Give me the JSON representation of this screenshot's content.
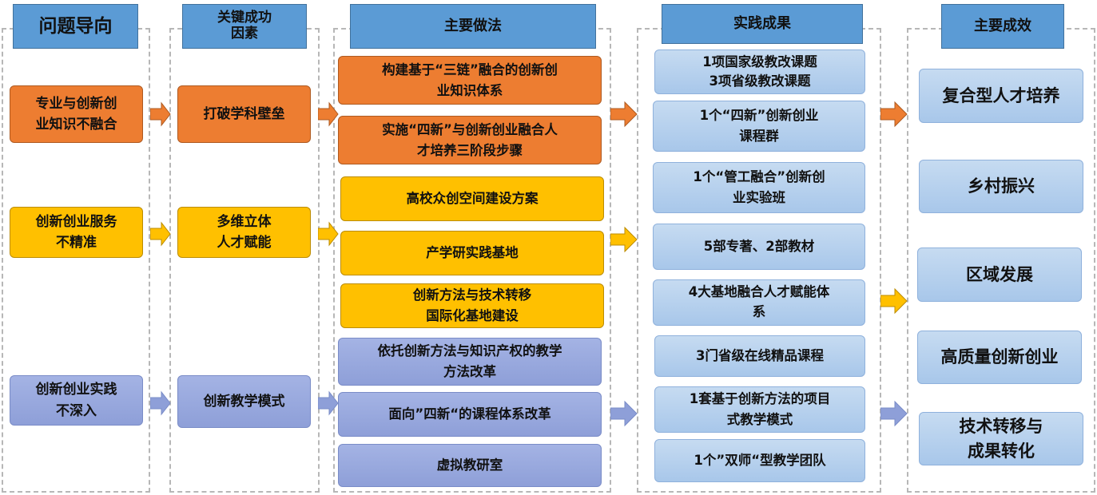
{
  "headers": {
    "problem": "问题导向",
    "factors": "关键成功\n因素",
    "practices": "主要做法",
    "results": "实践成果",
    "effects": "主要成效"
  },
  "problems": [
    "专业与创新创\n业知识不融合",
    "创新创业服务\n不精准",
    "创新创业实践\n不深入"
  ],
  "factors": [
    "打破学科壁垒",
    "多维立体\n人才赋能",
    "创新教学模式"
  ],
  "practices": [
    "构建基于“三链”融合的创新创\n业知识体系",
    "实施“四新”与创新创业融合人\n才培养三阶段步骤",
    "高校众创空间建设方案",
    "产学研实践基地",
    "创新方法与技术转移\n国际化基地建设",
    "依托创新方法与知识产权的教学\n方法改革",
    "面向”四新“的课程体系改革",
    "虚拟教研室"
  ],
  "results": [
    "1项国家级教改课题\n3项省级教改课题",
    "1个“四新”创新创业\n课程群",
    "1个“管工融合”创新创\n业实验班",
    "5部专著、2部教材",
    "4大基地融合人才赋能体\n系",
    "3门省级在线精品课程",
    "1套基于创新方法的项目\n式教学模式",
    "1个”双师“型教学团队"
  ],
  "effects": [
    "复合型人才培养",
    "乡村振兴",
    "区域发展",
    "高质量创新创业",
    "技术转移与\n成果转化"
  ],
  "colors": {
    "orange": "#ed7d31",
    "yellow": "#ffc000",
    "purple": "#8e9fd8",
    "light_blue": "#bdd7ee",
    "header_blue": "#5b9bd5"
  }
}
